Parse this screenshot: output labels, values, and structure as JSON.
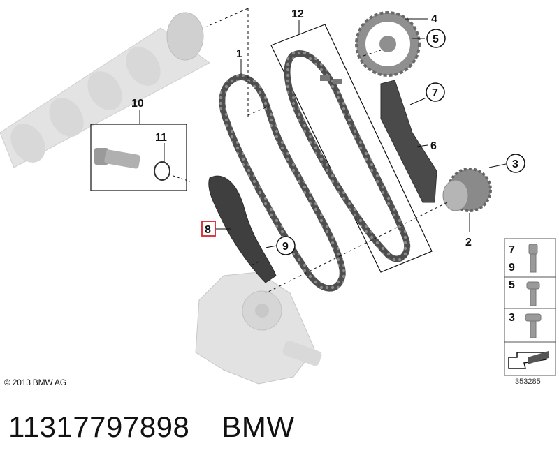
{
  "callouts": {
    "c1": "1",
    "c2": "2",
    "c3": "3",
    "c4": "4",
    "c5": "5",
    "c6": "6",
    "c7": "7",
    "c8": "8",
    "c9": "9",
    "c10": "10",
    "c11": "11",
    "c12": "12"
  },
  "fasteners": {
    "row1_top": "7",
    "row1_bottom": "9",
    "row2": "5",
    "row3": "3"
  },
  "copyright": "© 2013 BMW AG",
  "diagram_ref": "353285",
  "footer": {
    "part_number": "11317797898",
    "brand": "BMW"
  },
  "colors": {
    "highlight": "#d9252b",
    "chain": "#5a5a5a",
    "ghost": "#dcdcdc"
  }
}
